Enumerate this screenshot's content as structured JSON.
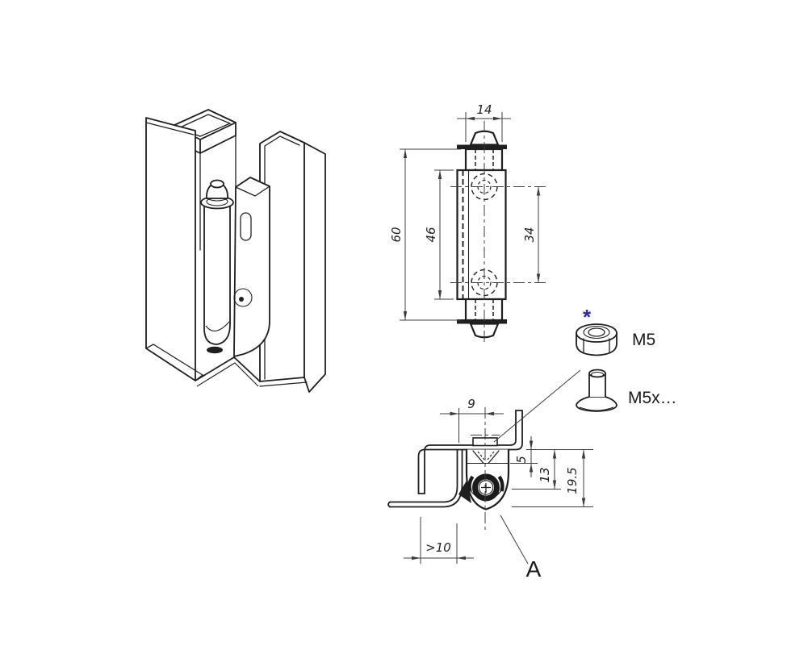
{
  "drawing": {
    "front_view": {
      "dim_width": "14",
      "dim_overall_height": "60",
      "dim_leaf_height": "46",
      "dim_hole_spacing": "34"
    },
    "section_view": {
      "dim_pin_offset": "9",
      "dim_step": "5",
      "dim_pivot_depth": "13",
      "dim_overall_depth": "19.5",
      "dim_min_flange": ">10",
      "detail_label": "A"
    },
    "callouts": {
      "footnote_marker": "*",
      "nut_label": "M5",
      "screw_label": "M5x…"
    }
  },
  "colors": {
    "line": "#1f1f1f",
    "dimension": "#3d3d3d",
    "footnote_marker": "#2a2aad",
    "background": "#ffffff"
  }
}
